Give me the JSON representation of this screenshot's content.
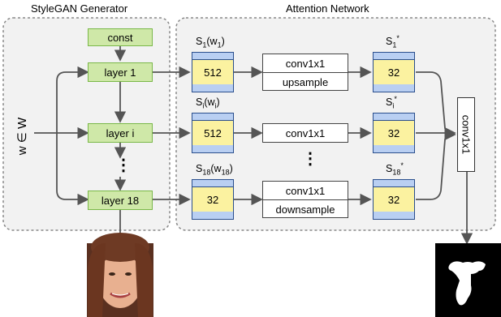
{
  "titles": {
    "generator": "StyleGAN Generator",
    "attention": "Attention Network"
  },
  "input_label": "w ∈ W",
  "generator_layers": {
    "const": "const",
    "layer1": "layer 1",
    "layeri": "layer i",
    "dots": "⋮",
    "layer18": "layer 18"
  },
  "rows": [
    {
      "style_label": "S",
      "style_sub": "1",
      "style_arg": "w",
      "style_arg_sub": "1",
      "in_value": "512",
      "op_top": "conv1x1",
      "op_bottom": "upsample",
      "out_label": "S",
      "out_sub": "1",
      "out_sup": "*",
      "out_value": "32"
    },
    {
      "style_label": "S",
      "style_sub": "i",
      "style_arg": "w",
      "style_arg_sub": "i",
      "in_value": "512",
      "op_top": "conv1x1",
      "op_bottom": "",
      "out_label": "S",
      "out_sub": "i",
      "out_sup": "*",
      "out_value": "32"
    },
    {
      "style_label": "S",
      "style_sub": "18",
      "style_arg": "w",
      "style_arg_sub": "18",
      "in_value": "32",
      "op_top": "conv1x1",
      "op_bottom": "downsample",
      "out_label": "S",
      "out_sub": "18",
      "out_sup": "*",
      "out_value": "32"
    }
  ],
  "middle_dots": "⋮",
  "final_conv": "conv1x1"
}
